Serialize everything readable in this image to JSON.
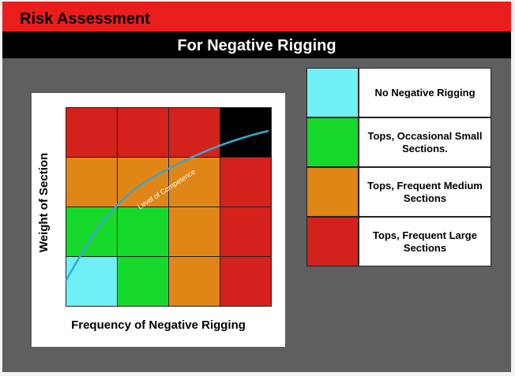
{
  "header": {
    "title": "Risk Assessment",
    "subtitle": "For Negative Rigging"
  },
  "colors": {
    "red_bar": "#ea1d1d",
    "cyan": "#6ef0f5",
    "green": "#17d92b",
    "orange": "#e08617",
    "red": "#d3211b",
    "black": "#000000",
    "curve": "#3aa7cf"
  },
  "matrix": {
    "x_axis_label": "Frequency of Negative Rigging",
    "y_axis_label": "Weight of Section",
    "curve_label": "Level of Competence",
    "rows_top_to_bottom": [
      [
        "red",
        "red",
        "red",
        "black"
      ],
      [
        "orange",
        "orange",
        "orange",
        "red"
      ],
      [
        "green",
        "green",
        "orange",
        "red"
      ],
      [
        "cyan",
        "green",
        "orange",
        "red"
      ]
    ]
  },
  "legend": [
    {
      "color": "cyan",
      "label": "No Negative Rigging"
    },
    {
      "color": "green",
      "label": "Tops, Occasional Small Sections."
    },
    {
      "color": "orange",
      "label": "Tops, Frequent Medium Sections"
    },
    {
      "color": "red",
      "label": "Tops, Frequent Large Sections"
    }
  ]
}
